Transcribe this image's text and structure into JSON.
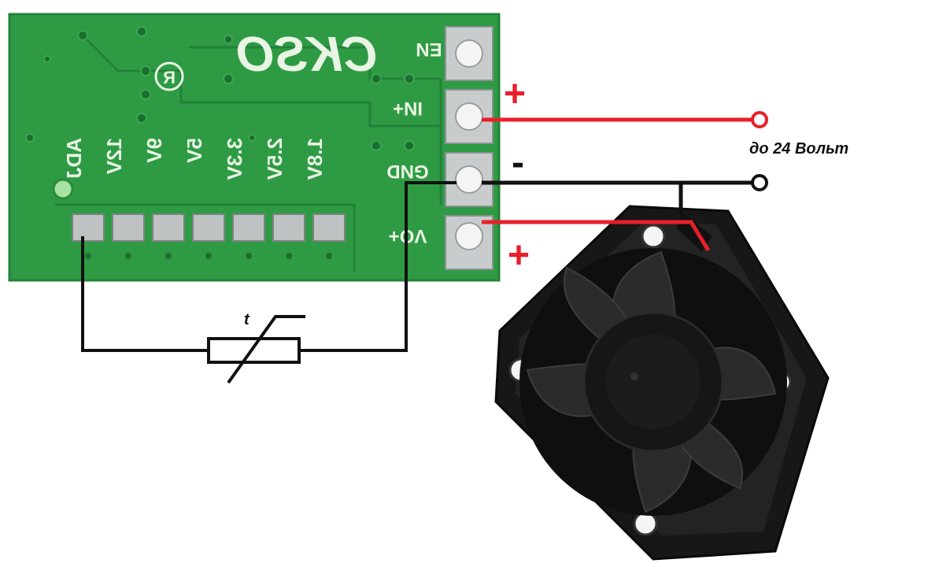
{
  "board": {
    "brand": "CKSO",
    "registered_mark": "R",
    "pins": [
      {
        "label": "EN"
      },
      {
        "label": "IN+"
      },
      {
        "label": "GND"
      },
      {
        "label": "VO+"
      }
    ],
    "voltage_options": [
      "ADJ",
      "12V",
      "9V",
      "5V",
      "3.3V",
      "2.5V",
      "1.8V"
    ]
  },
  "annotations": {
    "plus_input": "+",
    "minus": "-",
    "plus_output": "+",
    "voltage_note": "до 24 Вольт",
    "thermistor_label": "t"
  },
  "colors": {
    "pcb": "#2e9b44",
    "pcb_trace": "#2a8a3c",
    "silk": "#e9f5e4",
    "wire_positive": "#e8202a",
    "wire_negative": "#111111",
    "fan_body": "#1b1b1b",
    "pad_metal": "#b9bcbd"
  }
}
